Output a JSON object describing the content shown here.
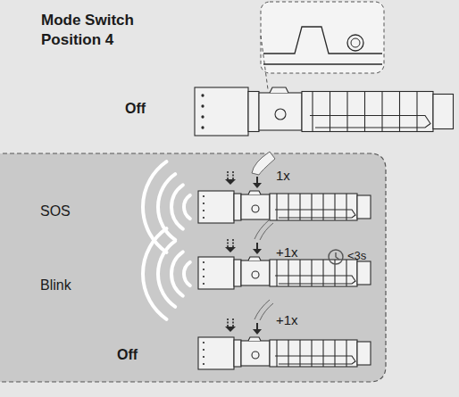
{
  "diagram": {
    "title": "Mode Switch Position 4",
    "labels": [
      "Off",
      "1x",
      "SOS",
      "+1x",
      "<3s",
      "Blink",
      "+1x",
      "Off"
    ]
  }
}
